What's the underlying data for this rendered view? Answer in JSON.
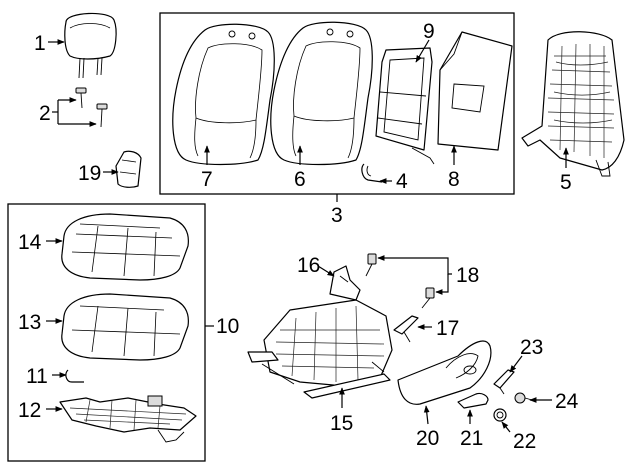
{
  "callouts": {
    "c1": "1",
    "c2": "2",
    "c3": "3",
    "c4": "4",
    "c5": "5",
    "c6": "6",
    "c7": "7",
    "c8": "8",
    "c9": "9",
    "c10": "10",
    "c11": "11",
    "c12": "12",
    "c13": "13",
    "c14": "14",
    "c15": "15",
    "c16": "16",
    "c17": "17",
    "c18": "18",
    "c19": "19",
    "c20": "20",
    "c21": "21",
    "c22": "22",
    "c23": "23",
    "c24": "24"
  }
}
